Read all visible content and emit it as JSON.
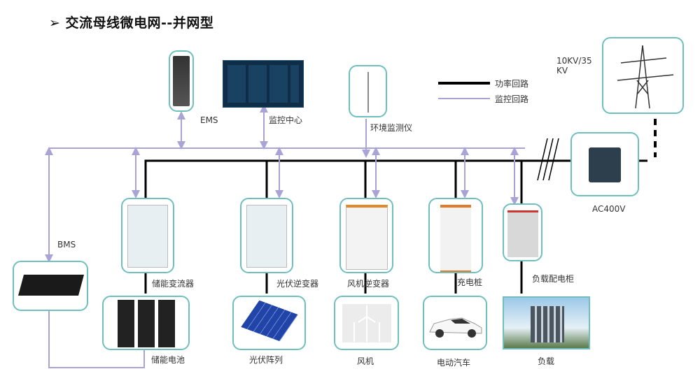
{
  "title": "交流母线微电网--并网型",
  "title_bullet": "➢",
  "legend": {
    "power_loop": "功率回路",
    "monitor_loop": "监控回路"
  },
  "colors": {
    "power_line": "#000000",
    "monitor_line": "#a9a3d6",
    "box_border": "#6fbfbf"
  },
  "grid": {
    "voltage_label": "10KV/35KV",
    "transformer_label": "AC400V"
  },
  "nodes": {
    "ems": "EMS",
    "monitor_center": "监控中心",
    "env_monitor": "环境监测仪",
    "bms": "BMS",
    "storage_converter": "储能变流器",
    "storage_battery": "储能电池",
    "pv_inverter": "光伏逆变器",
    "pv_array": "光伏阵列",
    "wind_inverter": "风机逆变器",
    "wind_turbine": "风机",
    "charging_pile": "充电桩",
    "ev": "电动汽车",
    "load_cabinet": "负载配电柜",
    "load": "负载"
  }
}
